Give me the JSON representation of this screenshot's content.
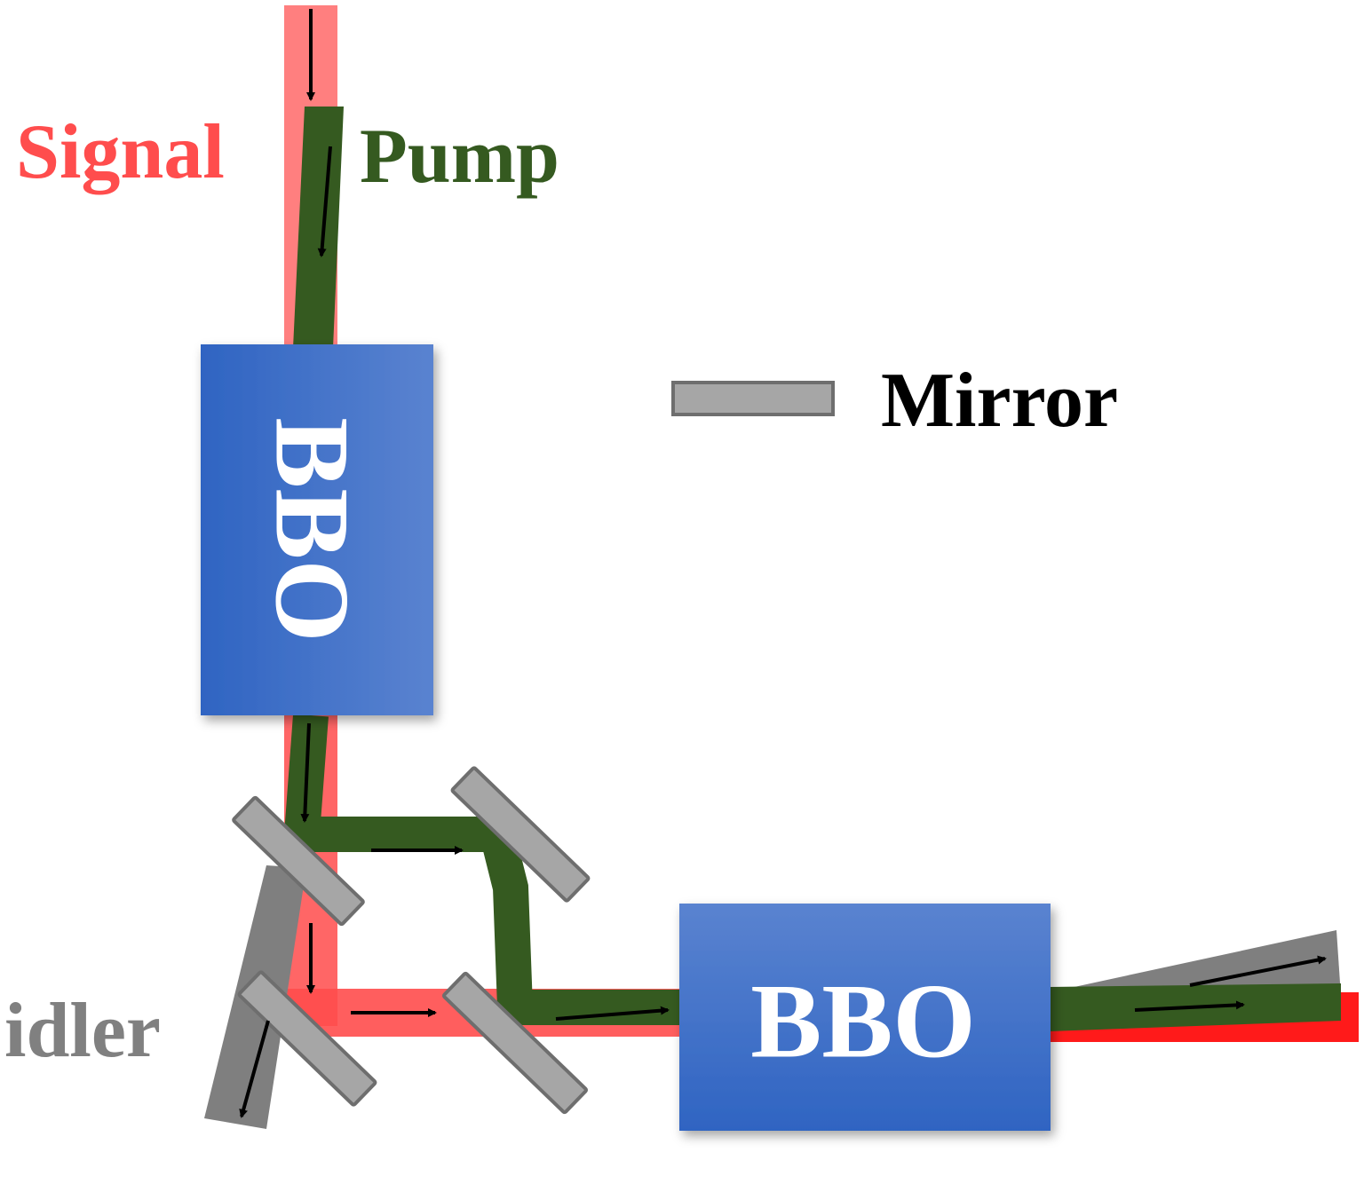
{
  "labels": {
    "signal": "Signal",
    "pump": "Pump",
    "idler": "idler",
    "mirror_legend": "Mirror",
    "crystal_1": "BBO",
    "crystal_2": "BBO"
  },
  "colors": {
    "signal": "#ff4d4d",
    "signal_light": "#ff8080",
    "pump": "#355a20",
    "idler": "#7f7f7f",
    "idler_label": "#808080",
    "mirror_fill": "#a6a6a6",
    "mirror_stroke": "#6e6e6e",
    "crystal": "#3a6fc8",
    "crystal_text": "#ffffff",
    "legend_text": "#000000",
    "arrow": "#000000"
  }
}
